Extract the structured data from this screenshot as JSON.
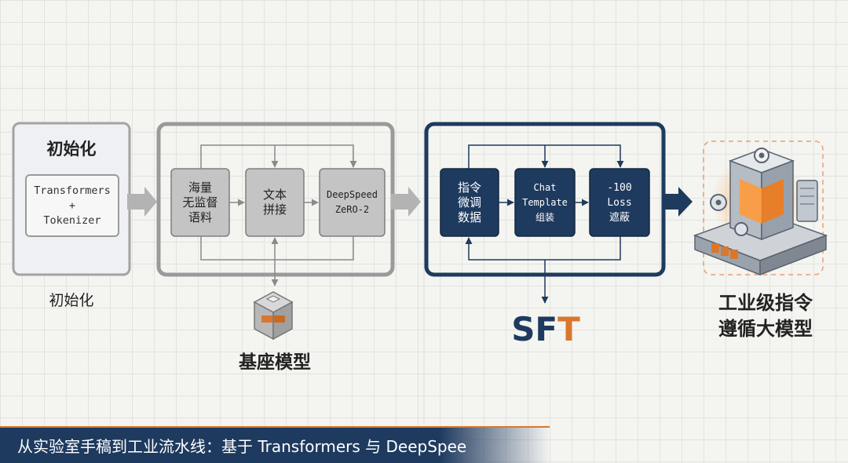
{
  "stage1": {
    "title": "初始化",
    "box_label": "Transformers\n+\nTokenizer",
    "caption": "初始化"
  },
  "stage2": {
    "nodes": [
      "海量\n无监督\n语料",
      "文本\n拼接",
      "DeepSpeed\nZeRO-2"
    ],
    "caption": "基座模型"
  },
  "stage3": {
    "nodes": [
      "指令\n微调\n数据",
      "Chat\nTemplate\n组装",
      "-100\nLoss\n遮蔽"
    ],
    "caption_main": "SF",
    "caption_accent": "T"
  },
  "stage4": {
    "caption": "工业级指令\n遵循大模型"
  },
  "banner": {
    "text": "从实验室手稿到工业流水线：基于 Transformers 与 DeepSpee"
  },
  "colors": {
    "gray_frame": "#9a9a9a",
    "gray_node": "#c4c4c4",
    "navy": "#1e3a5f",
    "orange": "#d9772e"
  }
}
